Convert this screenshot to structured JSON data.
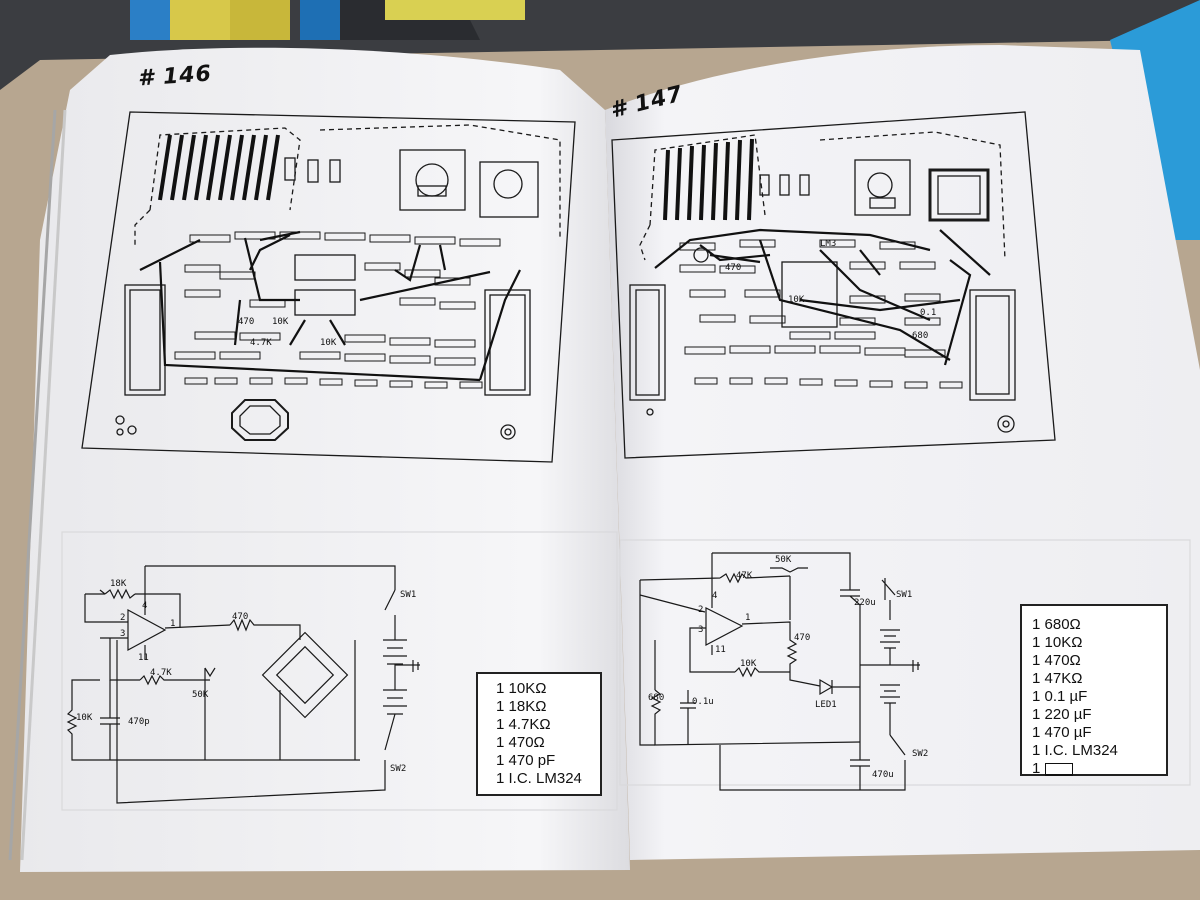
{
  "left_page": {
    "project_number": "# 146",
    "parts": [
      "1 10KΩ",
      "1 18KΩ",
      "1 4.7KΩ",
      "1 470Ω",
      "1 470 pF",
      "1 I.C. LM324"
    ],
    "board_labels": [
      "470",
      "10K",
      "4.7K",
      "10K"
    ],
    "schematic_labels": {
      "r18k": "18K",
      "r470": "470",
      "r47k": "4.7K",
      "pot": "50K",
      "r10k": "10K",
      "cap": "470p",
      "sw1": "SW1",
      "sw2": "SW2",
      "pin4": "4",
      "pin2": "2",
      "pin3": "3",
      "pin1": "1",
      "pin11": "11"
    }
  },
  "right_page": {
    "project_number": "# 147",
    "parts": [
      "1 680Ω",
      "1 10KΩ",
      "1 470Ω",
      "1 47KΩ",
      "1 0.1 µF",
      "1 220 µF",
      "1 470 µF",
      "1 I.C. LM324",
      "1"
    ],
    "board_labels": [
      "LM3",
      "470",
      "10K",
      "0.1",
      "680"
    ],
    "schematic_labels": {
      "pot": "50K",
      "r47k": "47K",
      "c220": "220u",
      "sw1": "SW1",
      "pin4": "4",
      "pin2": "2",
      "pin3": "3",
      "pin1": "1",
      "pin11": "11",
      "r470": "470",
      "r10k": "10K",
      "r680": "680",
      "c01": "0.1u",
      "led": "LED1",
      "c470": "470u",
      "sw2": "SW2"
    }
  },
  "colors": {
    "background": "#3a3c40",
    "page": "#f4f4f6",
    "ink": "#151515",
    "box_tab": "#2a9ad6",
    "cardboard": "#b6a590"
  }
}
